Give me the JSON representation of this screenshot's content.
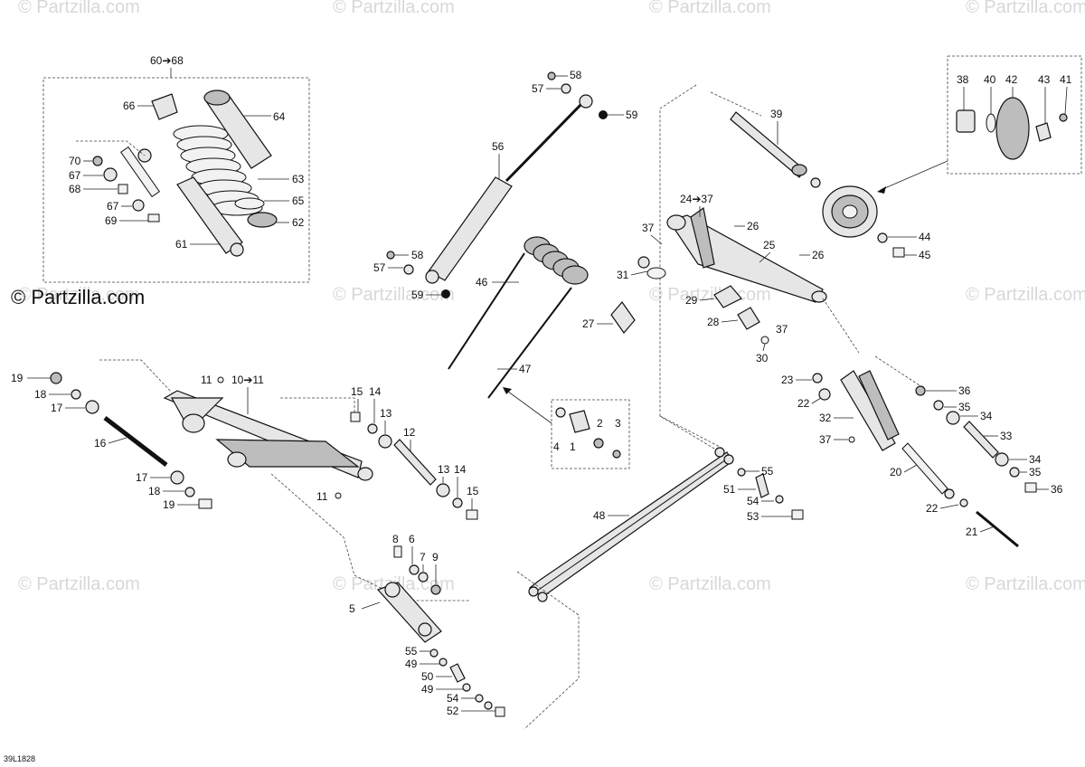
{
  "watermarks": [
    "© Partzilla.com",
    "© Partzilla.com",
    "© Partzilla.com",
    "© Partzilla.com",
    "© Partzilla.com",
    "© Partzilla.com",
    "© Partzilla.com",
    "© Partzilla.com",
    "© Partzilla.com",
    "© Partzilla.com",
    "© Partzilla.com",
    "© Partzilla.com"
  ],
  "copyright": "© Partzilla.com",
  "diagram_code": "39L1828",
  "labels": {
    "kit_6068": "60➔68",
    "p70": "70",
    "p67a": "67",
    "p68": "68",
    "p67b": "67",
    "p69": "69",
    "p66": "66",
    "p64": "64",
    "p63": "63",
    "p65": "65",
    "p62": "62",
    "p61": "61",
    "p58a": "58",
    "p57a": "57",
    "p59a": "59",
    "p56": "56",
    "p58b": "58",
    "p57b": "57",
    "p59b": "59",
    "p46": "46",
    "p27": "27",
    "p47": "47",
    "p4": "4",
    "p1": "1",
    "p2": "2",
    "p3": "3",
    "p39": "39",
    "p38": "38",
    "p40": "40",
    "p42": "42",
    "p43": "43",
    "p41": "41",
    "p44": "44",
    "p45": "45",
    "kit_2437": "24➔37",
    "p37a": "37",
    "p26a": "26",
    "p25": "25",
    "p26b": "26",
    "p31": "31",
    "p29": "29",
    "p28": "28",
    "p37b": "37",
    "p30": "30",
    "p23": "23",
    "p22a": "22",
    "p32": "32",
    "p37c": "37",
    "p36a": "36",
    "p35a": "35",
    "p34a": "34",
    "p33": "33",
    "p34b": "34",
    "p35b": "35",
    "p36b": "36",
    "p20": "20",
    "p22b": "22",
    "p21": "21",
    "p19a": "19",
    "p18a": "18",
    "p17a": "17",
    "p16": "16",
    "p17b": "17",
    "p18b": "18",
    "p19b": "19",
    "p11a": "11",
    "kit_1011": "10➔11",
    "p11b": "11",
    "p15a": "15",
    "p14a": "14",
    "p13a": "13",
    "p12": "12",
    "p13b": "13",
    "p14b": "14",
    "p15b": "15",
    "p55a": "55",
    "p51": "51",
    "p54a": "54",
    "p53": "53",
    "p48": "48",
    "p8": "8",
    "p6": "6",
    "p7": "7",
    "p9": "9",
    "p5": "5",
    "p55b": "55",
    "p49a": "49",
    "p50": "50",
    "p49b": "49",
    "p54b": "54",
    "p52": "52"
  }
}
